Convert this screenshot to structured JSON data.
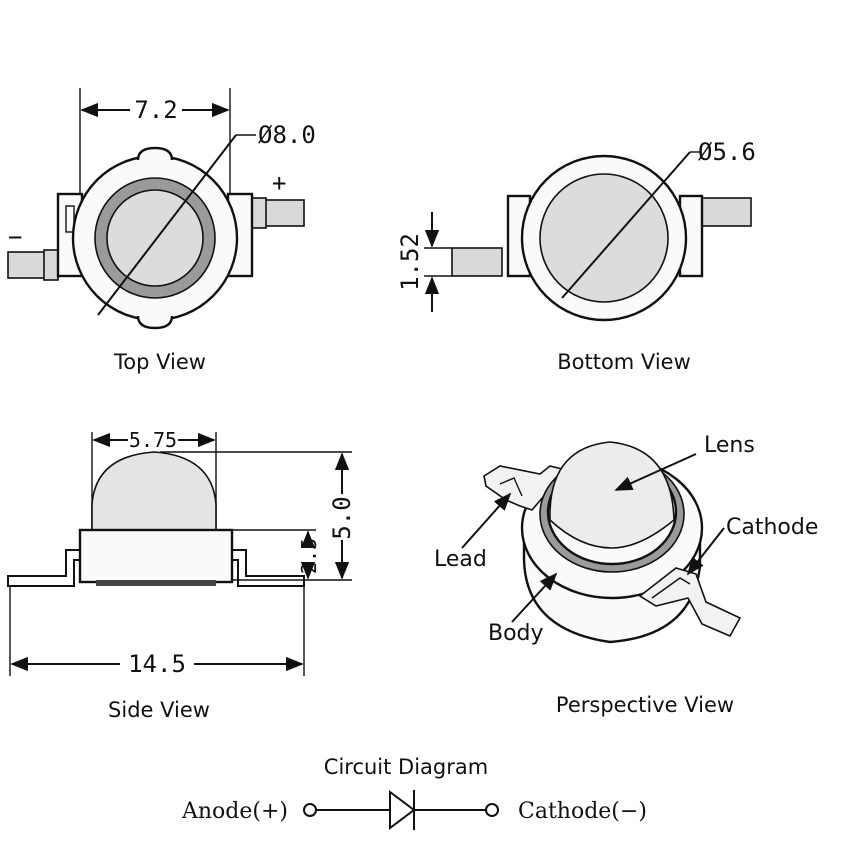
{
  "top_view": {
    "caption": "Top View",
    "width_dim": "7.2",
    "diameter_dim": "Ø8.0",
    "minus": "−",
    "plus": "+"
  },
  "bottom_view": {
    "caption": "Bottom View",
    "diameter_dim": "Ø5.6",
    "lead_dim": "1.52"
  },
  "side_view": {
    "caption": "Side View",
    "lens_dim": "5.75",
    "height_dim": "5.0",
    "body_dim": "2.5",
    "length_dim": "14.5"
  },
  "perspective_view": {
    "caption": "Perspective View",
    "labels": {
      "lens": "Lens",
      "cathode": "Cathode",
      "lead": "Lead",
      "body": "Body"
    }
  },
  "circuit": {
    "title": "Circuit Diagram",
    "anode": "Anode(+)",
    "cathode": "Cathode(−)"
  }
}
